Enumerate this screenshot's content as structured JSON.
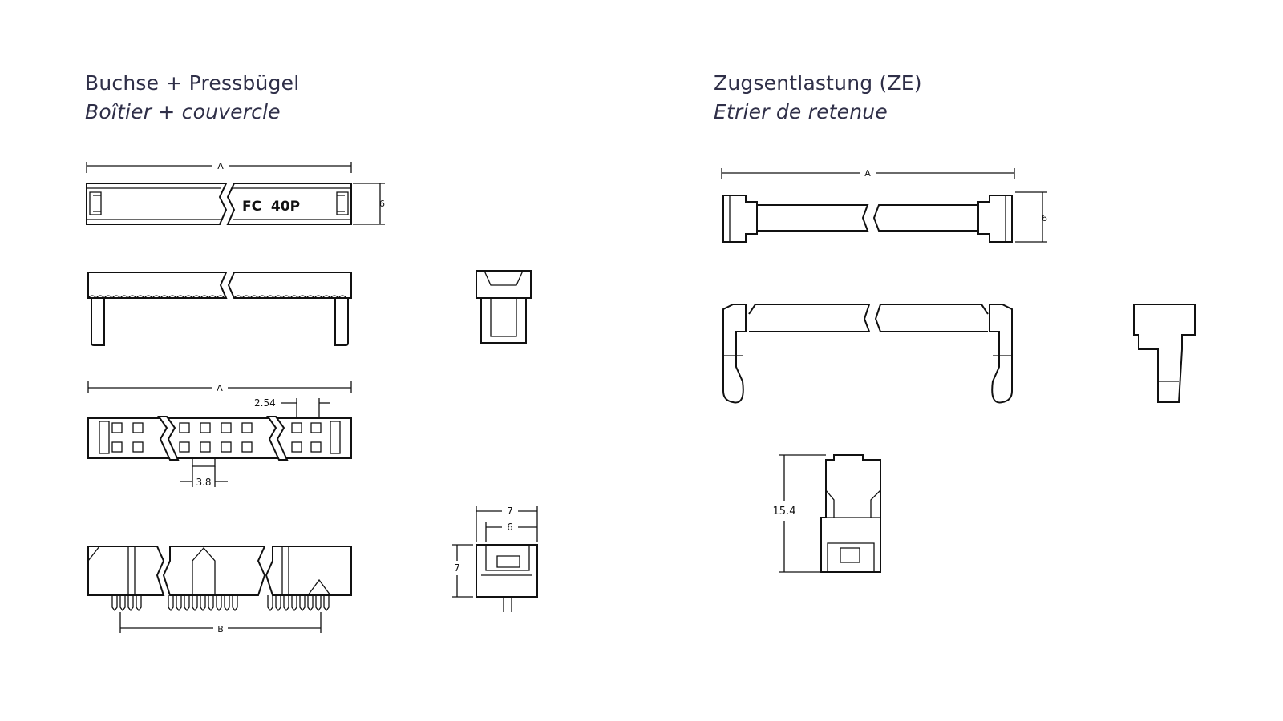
{
  "left": {
    "title_de": "Buchse + Pressbügel",
    "title_fr": "Boîtier + couvercle"
  },
  "right": {
    "title_de": "Zugsentlastung (ZE)",
    "title_fr": "Etrier de retenue"
  },
  "labels": {
    "top_A": "A",
    "top_height": "6",
    "marking": "FC  40P",
    "front_A": "A",
    "pitch": "2.54",
    "key_width": "3.8",
    "bottom_B": "B",
    "side_outer": "7",
    "side_inner": "6",
    "side_height": "7",
    "ze_A": "A",
    "ze_height": "6",
    "ze_assembly_height": "15.4"
  },
  "colors": {
    "line": "#111111",
    "heading": "#2f2f48"
  }
}
